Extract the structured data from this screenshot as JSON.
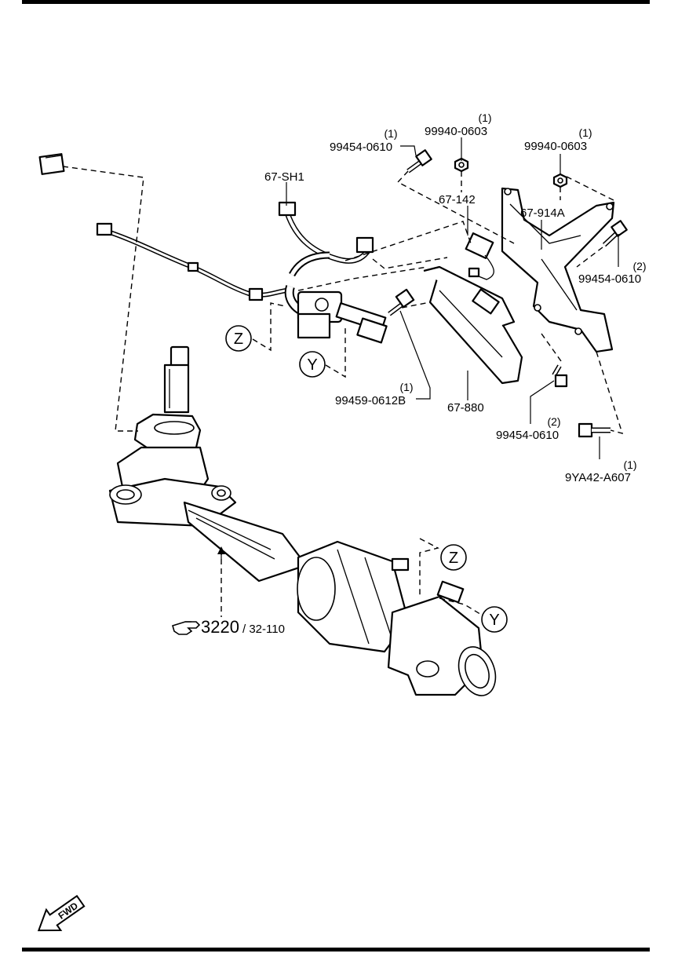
{
  "diagram": {
    "labels": {
      "p_99454_0610_top": {
        "qty": "(1)",
        "code": "99454-0610"
      },
      "p_99940_0603_left": {
        "qty": "(1)",
        "code": "99940-0603"
      },
      "p_99940_0603_right": {
        "qty": "(1)",
        "code": "99940-0603"
      },
      "p_67_sh1": {
        "code": "67-SH1"
      },
      "p_67_142": {
        "code": "67-142"
      },
      "p_67_914a": {
        "code": "67-914A"
      },
      "p_99454_0610_right": {
        "qty": "(2)",
        "code": "99454-0610"
      },
      "p_99459_0612b": {
        "qty": "(1)",
        "code": "99459-0612B"
      },
      "p_67_880": {
        "code": "67-880"
      },
      "p_99454_0610_mid": {
        "qty": "(2)",
        "code": "99454-0610"
      },
      "p_9ya42_a607": {
        "qty": "(1)",
        "code": "9YA42-A607"
      }
    },
    "callouts": {
      "z_left": "Z",
      "y_left": "Y",
      "z_right": "Z",
      "y_right": "Y"
    },
    "reference": {
      "group": "3220",
      "page": "/ 32-110"
    },
    "fwd_badge": "FWD"
  }
}
